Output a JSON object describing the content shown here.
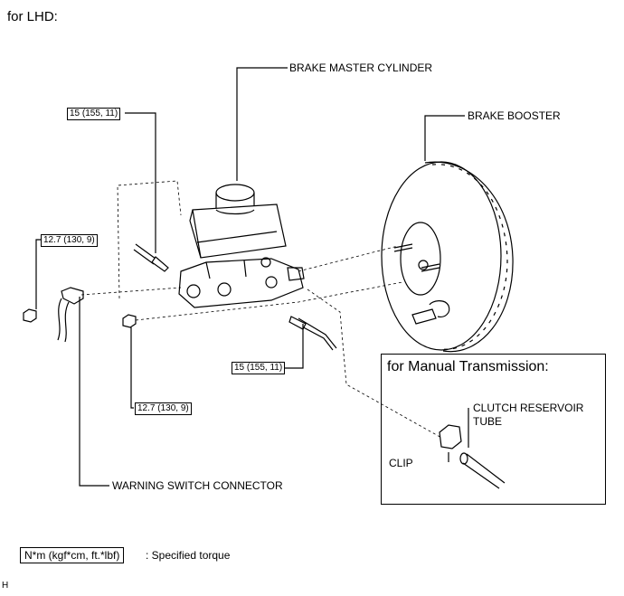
{
  "heading": "for LHD:",
  "labels": {
    "master_cylinder": "BRAKE MASTER CYLINDER",
    "booster": "BRAKE BOOSTER",
    "warning_switch": "WARNING SWITCH CONNECTOR",
    "clutch_tube_line1": "CLUTCH RESERVOIR",
    "clutch_tube_line2": "TUBE",
    "clip": "CLIP"
  },
  "torques": {
    "top_left": "15 (155, 11)",
    "left_nut": "12.7 (130, 9)",
    "lower_nut": "12.7 (130, 9)",
    "right_line": "15 (155, 11)"
  },
  "manual_box": {
    "title": "for Manual Transmission:"
  },
  "legend": {
    "unit": "N*m (kgf*cm, ft.*lbf)",
    "description": ": Specified torque"
  },
  "footer_mark": "H"
}
